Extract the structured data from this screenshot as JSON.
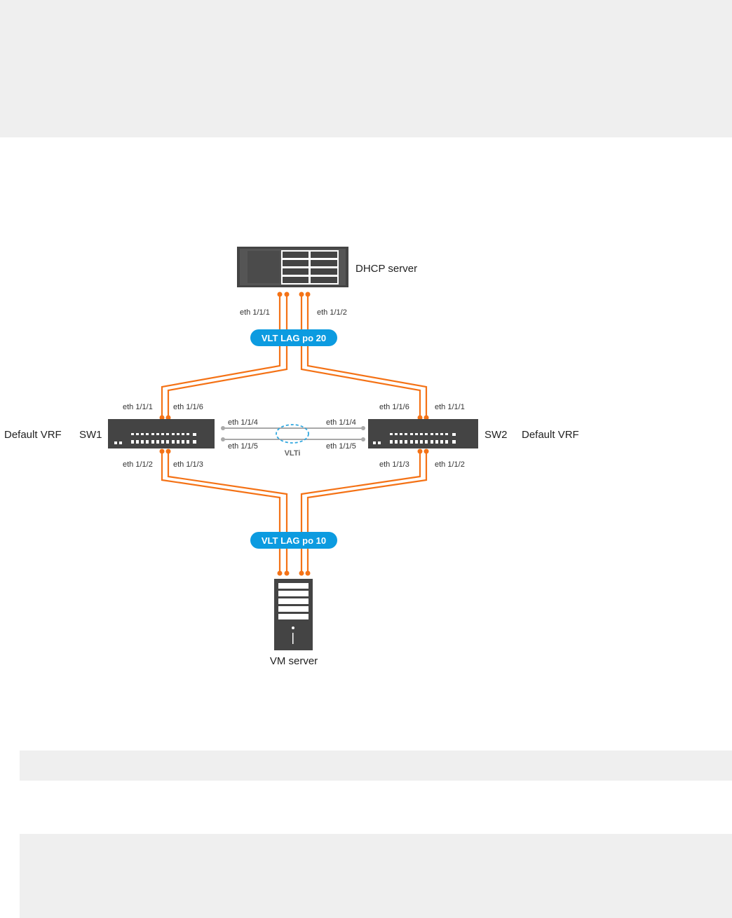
{
  "colors": {
    "link": "#f47216",
    "lag_badge": "#0c9be0",
    "device": "#444444",
    "vlti_link": "#a9a9a9",
    "vlti_ring": "#31a7df",
    "band": "#efefef"
  },
  "diagram": {
    "dhcp_server": {
      "label": "DHCP server",
      "port_left": "eth 1/1/1",
      "port_right": "eth 1/1/2",
      "icon": "rack-server-icon"
    },
    "lag_top": {
      "label": "VLT LAG po 20"
    },
    "lag_bottom": {
      "label": "VLT LAG po 10"
    },
    "sw1": {
      "name": "SW1",
      "vrf": "Default VRF",
      "port_top_left": "eth 1/1/1",
      "port_top_right": "eth 1/1/6",
      "port_bottom_left": "eth 1/1/2",
      "port_bottom_right": "eth 1/1/3",
      "vlti_port_1": "eth 1/1/4",
      "vlti_port_2": "eth 1/1/5"
    },
    "sw2": {
      "name": "SW2",
      "vrf": "Default VRF",
      "port_top_left": "eth 1/1/6",
      "port_top_right": "eth 1/1/1",
      "port_bottom_left": "eth 1/1/3",
      "port_bottom_right": "eth 1/1/2",
      "vlti_port_1": "eth 1/1/4",
      "vlti_port_2": "eth 1/1/5"
    },
    "vlti": {
      "label": "VLTi"
    },
    "vm_server": {
      "label": "VM server",
      "icon": "tower-server-icon"
    }
  }
}
